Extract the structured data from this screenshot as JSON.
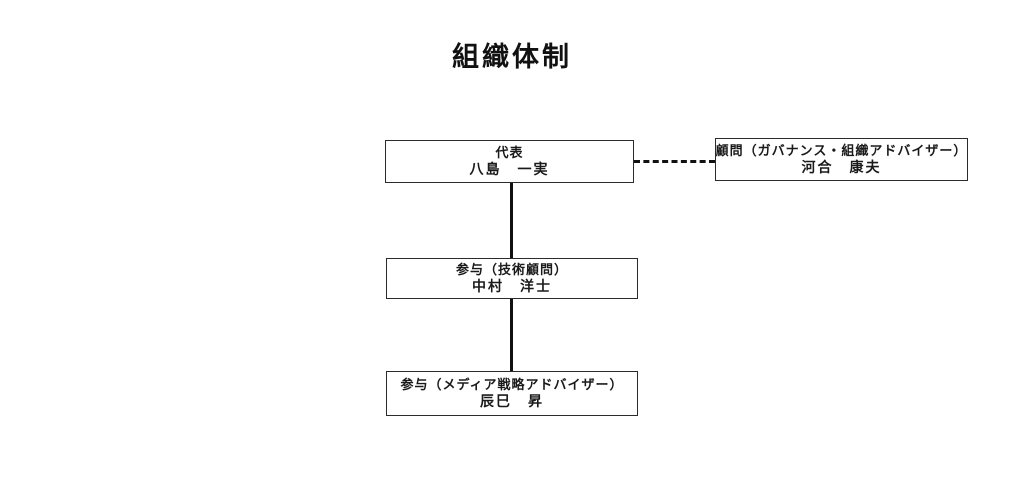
{
  "page": {
    "title": "組織体制",
    "background_color": "#ffffff",
    "text_color": "#1a1a1a",
    "line_color": "#111111"
  },
  "org": {
    "nodes": [
      {
        "id": "representative",
        "role": "代表",
        "name": "八島　一実"
      },
      {
        "id": "advisor",
        "role": "顧問（ガバナンス・組織アドバイザー）",
        "name": "河合　康夫"
      },
      {
        "id": "counselor-tech",
        "role": "参与（技術顧問）",
        "name": "中村　洋士"
      },
      {
        "id": "counselor-media",
        "role": "参与（メディア戦略アドバイザー）",
        "name": "辰巳　昇"
      }
    ],
    "connectors": [
      {
        "from": "representative",
        "to": "advisor",
        "style": "dashed",
        "orientation": "horizontal"
      },
      {
        "from": "representative",
        "to": "counselor-tech",
        "style": "solid",
        "orientation": "vertical"
      },
      {
        "from": "counselor-tech",
        "to": "counselor-media",
        "style": "solid",
        "orientation": "vertical"
      }
    ]
  }
}
